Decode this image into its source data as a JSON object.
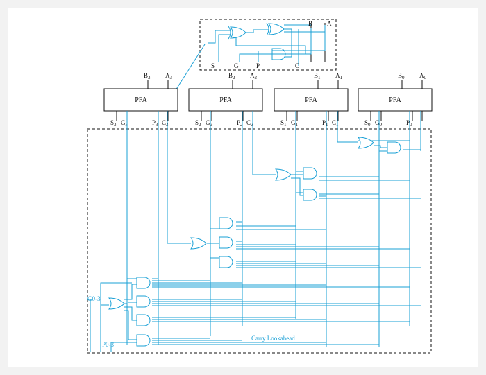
{
  "detail_labels": {
    "B": "B",
    "A": "A",
    "S": "S",
    "G": "G",
    "P": "P",
    "C": "C"
  },
  "pfa_blocks": [
    {
      "name": "PFA",
      "b": "B3",
      "a": "A3",
      "s": "S3",
      "g": "G3",
      "p": "P3",
      "c": "C3"
    },
    {
      "name": "PFA",
      "b": "B2",
      "a": "A2",
      "s": "S2",
      "g": "G2",
      "p": "P2",
      "c": "C2"
    },
    {
      "name": "PFA",
      "b": "B1",
      "a": "A1",
      "s": "S1",
      "g": "G1",
      "p": "P1",
      "c": "C1"
    },
    {
      "name": "PFA",
      "b": "B0",
      "a": "A0",
      "s": "S0",
      "g": "G0",
      "p": "P0",
      "c": ""
    }
  ],
  "lookahead": {
    "title": "Carry Lookahead",
    "g_out": "G0-3",
    "p_out": "P0-3"
  },
  "colors": {
    "wire": "#1aa0d6",
    "ink": "#111111"
  }
}
